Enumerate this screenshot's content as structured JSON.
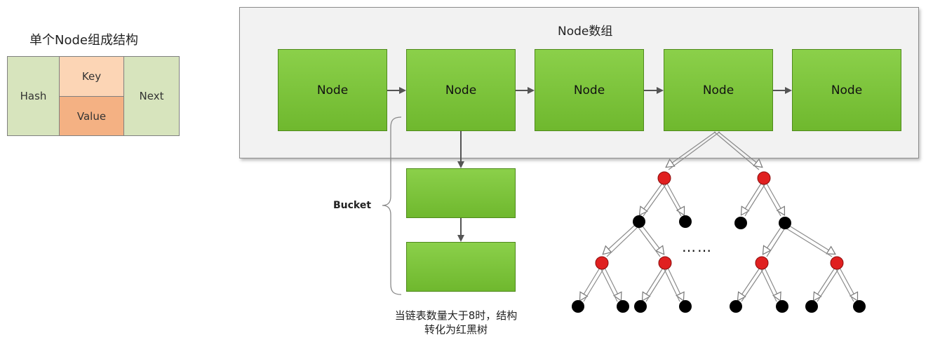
{
  "legend": {
    "title": "单个Node组成结构",
    "hash": "Hash",
    "key": "Key",
    "value": "Value",
    "next": "Next"
  },
  "array": {
    "title": "Node数组",
    "nodes": [
      "Node",
      "Node",
      "Node",
      "Node",
      "Node"
    ]
  },
  "bucket": {
    "label": "Bucket",
    "caption_line1": "当链表数量大于8时，结构",
    "caption_line2": "转化为红黑树"
  },
  "tree": {
    "ellipsis": "……"
  },
  "colors": {
    "node_green": "#7cc43c",
    "red_node": "#e02020",
    "black_node": "#000000"
  }
}
